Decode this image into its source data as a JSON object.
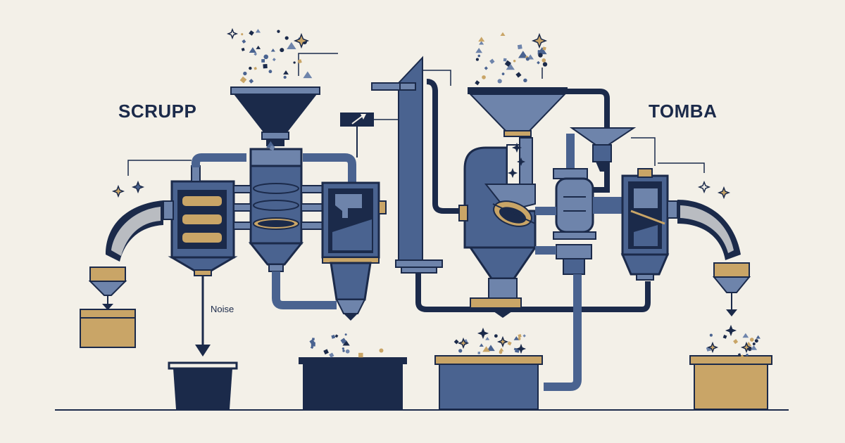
{
  "labels": {
    "left_system": "SCRUPP",
    "right_system": "TOMBA",
    "noise_output": "Noise"
  },
  "colors": {
    "background": "#f3f0e8",
    "navy": "#1b2a4a",
    "steel_blue": "#4a6390",
    "light_steel": "#6e84ab",
    "gold": "#c9a567",
    "ground": "#1b2a4a"
  },
  "icons": [
    "sparkle-icon",
    "confetti-particle-icon",
    "downward-arrow-icon"
  ]
}
